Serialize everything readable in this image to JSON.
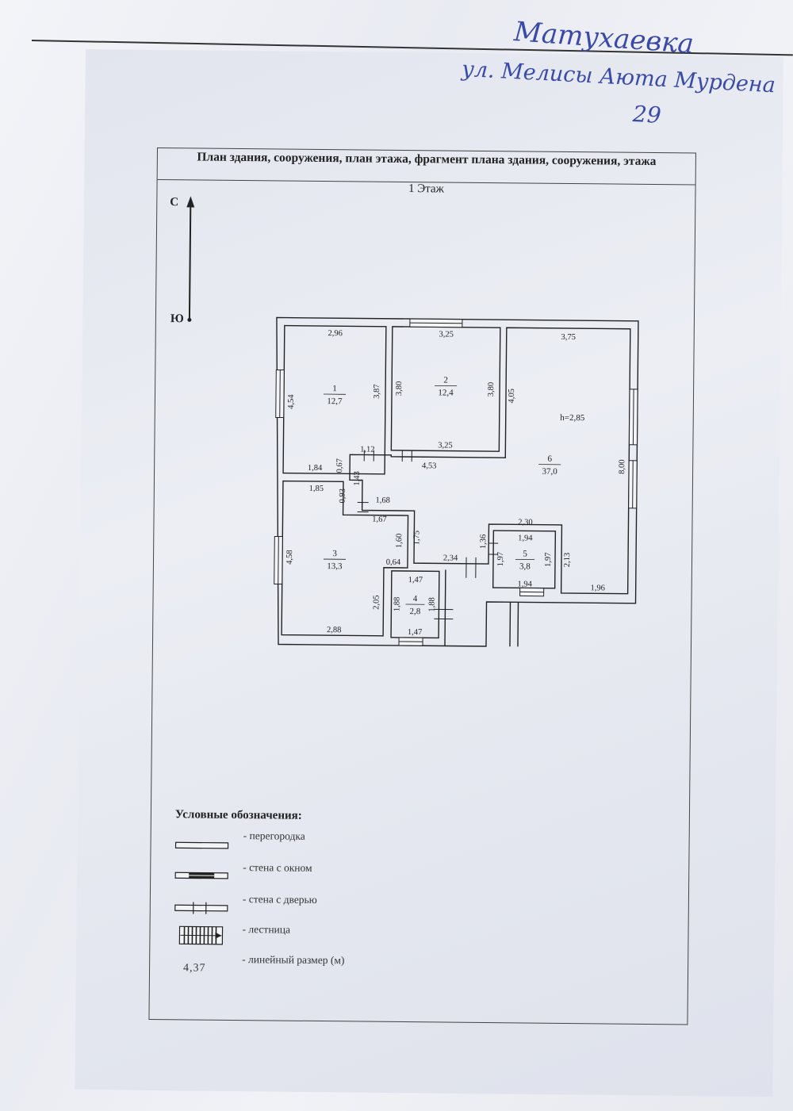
{
  "handwritten": {
    "line1": "Матухаевка",
    "line2": "ул. Мелисы Аюта Мурдена",
    "line3": "29"
  },
  "header": {
    "title": "План здания, сооружения, план этажа, фрагмент плана здания, сооружения, этажа",
    "floor": "1 Этаж"
  },
  "compass": {
    "north": "С",
    "south": "Ю"
  },
  "rooms": [
    {
      "number": "1",
      "area": "12,7"
    },
    {
      "number": "2",
      "area": "12,4"
    },
    {
      "number": "3",
      "area": "13,3"
    },
    {
      "number": "4",
      "area": "2,8"
    },
    {
      "number": "5",
      "area": "3,8"
    },
    {
      "number": "6",
      "area": "37,0"
    }
  ],
  "ceiling_height": "h=2,85",
  "dimensions": {
    "r1_top": "2,96",
    "r1_left": "4,54",
    "r1_right": "3,87",
    "r1_bottom": "1,84",
    "r1_door": "0,67",
    "r2_top": "3,25",
    "r2_left": "3,80",
    "r2_right": "3,80",
    "r2_bottom": "3,25",
    "r6_top": "3,75",
    "r6_left": "4,05",
    "r6_right": "8,00",
    "r6_bottom": "1,96",
    "corr_top": "1,12",
    "corr_wall": "4,53",
    "corr_left": "1,43",
    "corr_mid": "1,68",
    "corr_low": "1,67",
    "corr_right": "1,75",
    "corr_bottom": "2,34",
    "r3_top": "1,85",
    "r3_left": "4,58",
    "r3_door": "0,93",
    "r3_right": "1,60",
    "r3_right2": "2,05",
    "r3_bottom": "2,88",
    "r3_step": "0,64",
    "r4_top": "1,47",
    "r4_left": "1,88",
    "r4_right": "1,88",
    "r4_bottom": "1,47",
    "r5_outer": "2,30",
    "r5_top": "1,94",
    "r5_left": "1,97",
    "r5_right": "1,97",
    "r5_right2": "2,13",
    "r5_bottom": "1,94",
    "r5_door": "1,36"
  },
  "legend": {
    "title": "Условные обозначения:",
    "items": [
      {
        "label": "- перегородка"
      },
      {
        "label": "- стена с окном"
      },
      {
        "label": "- стена с дверью"
      },
      {
        "label": "- лестница"
      },
      {
        "label": "- линейный размер (м)"
      }
    ],
    "sample_dimension": "4,37"
  },
  "colors": {
    "ink": "#222222",
    "handwriting": "#3a4aa8",
    "paper": "#e6e8ef"
  }
}
